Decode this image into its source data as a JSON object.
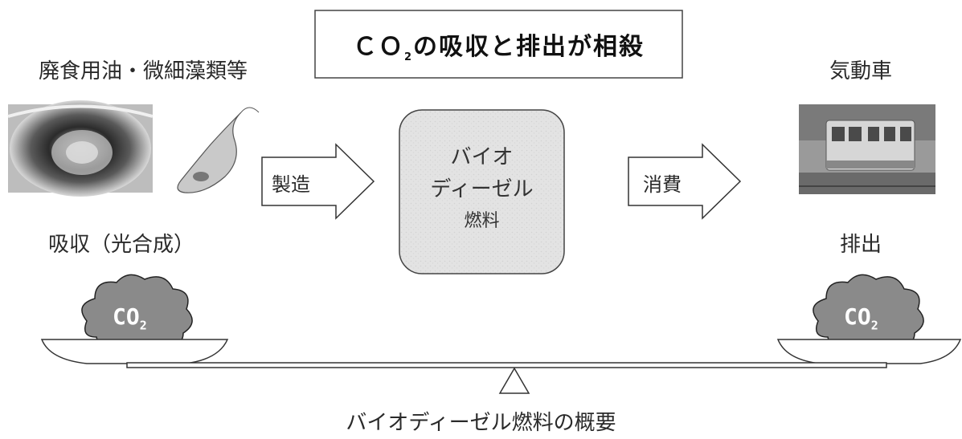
{
  "title": {
    "prefix": "ＣＯ",
    "subscript": "2",
    "suffix": "の吸収と排出が相殺"
  },
  "left": {
    "source_label": "廃食用油・微細藻類等",
    "action_label": "吸収（光合成）",
    "icons": [
      "oil-pan-photo",
      "microalgae-illustration"
    ]
  },
  "process": {
    "arrow_label": "製造",
    "box_lines": [
      "バイオ",
      "ディーゼル",
      "燃料"
    ],
    "box_watermark": "燃料 燃料 燃料 燃料 燃料 燃料 燃料 燃料 燃料"
  },
  "right": {
    "arrow_label": "消費",
    "vehicle_label": "気動車",
    "action_label": "排出",
    "icons": [
      "diesel-railcar-photo"
    ]
  },
  "co2_cloud": {
    "main": "CO",
    "sub": "2"
  },
  "caption": "バイオディーゼル燃料の概要",
  "colors": {
    "cloud": "#8a8a8a",
    "box_fill": "#e4e4e4",
    "line": "#333333"
  }
}
